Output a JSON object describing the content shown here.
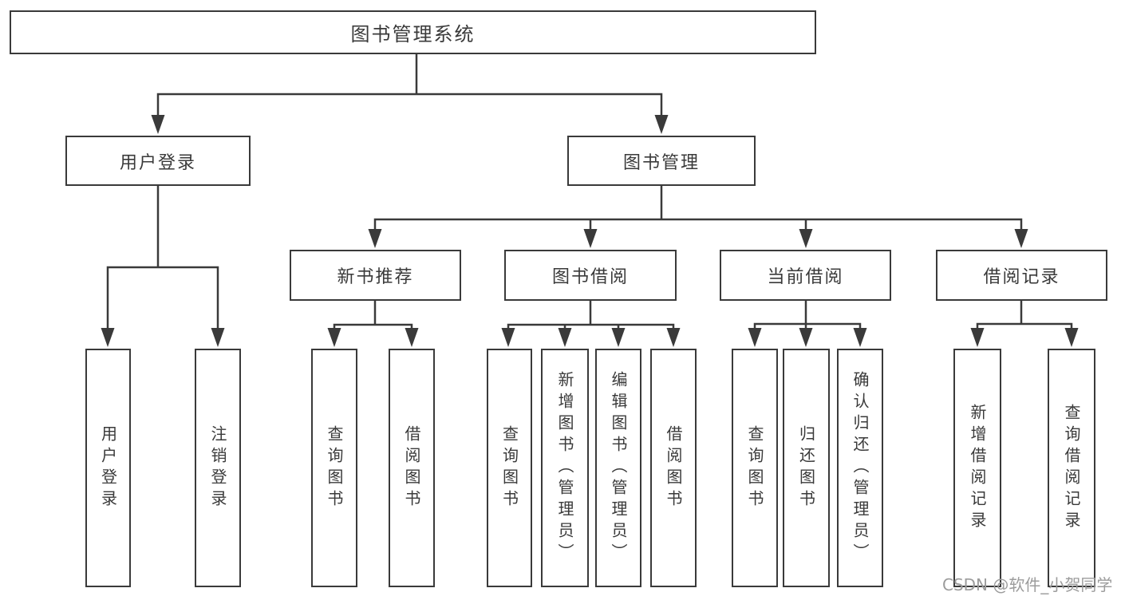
{
  "diagram": {
    "type": "tree-flowchart",
    "background": "#ffffff",
    "colors": {
      "line": "#3a3a3a",
      "box_border": "#3a3a3a",
      "box_fill": "#ffffff",
      "text": "#3a3a3a",
      "watermark_text_color": "#9c9c9c"
    },
    "watermark": {
      "text": "CSDN @软件_小贺同学"
    },
    "nodes": {
      "root": {
        "label": "图书管理系统"
      },
      "user_login": {
        "label": "用户登录"
      },
      "book_mgmt": {
        "label": "图书管理"
      },
      "new_book_rec": {
        "label": "新书推荐"
      },
      "book_borrow": {
        "label": "图书借阅"
      },
      "current_borrow": {
        "label": "当前借阅"
      },
      "borrow_records": {
        "label": "借阅记录"
      },
      "leaf_user_login": {
        "label": "用户登录"
      },
      "leaf_logout": {
        "label": "注销登录"
      },
      "leaf_query_books_new": {
        "label": "查询图书"
      },
      "leaf_borrow_books_new": {
        "label": "借阅图书"
      },
      "leaf_query_books_borrow": {
        "label": "查询图书"
      },
      "leaf_add_books": {
        "label": "新增图书（管理员）"
      },
      "leaf_edit_books": {
        "label": "编辑图书（管理员）"
      },
      "leaf_borrow_books_borrow": {
        "label": "借阅图书"
      },
      "leaf_query_books_current": {
        "label": "查询图书"
      },
      "leaf_return_books": {
        "label": "归还图书"
      },
      "leaf_confirm_return": {
        "label": "确认归还（管理员）"
      },
      "leaf_add_borrow_record": {
        "label": "新增借阅记录"
      },
      "leaf_query_borrow_record": {
        "label": "查询借阅记录"
      }
    },
    "hierarchy": {
      "图书管理系统": {
        "用户登录": [
          "用户登录",
          "注销登录"
        ],
        "图书管理": {
          "新书推荐": [
            "查询图书",
            "借阅图书"
          ],
          "图书借阅": [
            "查询图书",
            "新增图书（管理员）",
            "编辑图书（管理员）",
            "借阅图书"
          ],
          "当前借阅": [
            "查询图书",
            "归还图书",
            "确认归还（管理员）"
          ],
          "借阅记录": [
            "新增借阅记录",
            "查询借阅记录"
          ]
        }
      }
    }
  }
}
